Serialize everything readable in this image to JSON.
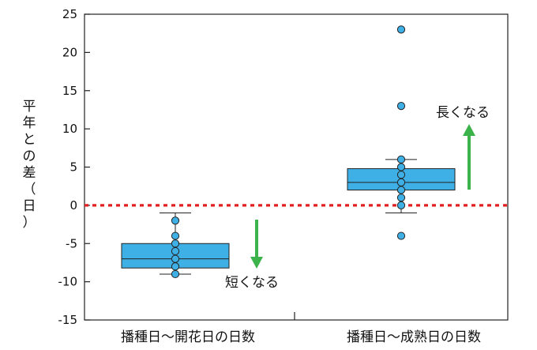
{
  "chart_data": {
    "type": "box",
    "ylabel": "平年との差（日）",
    "ylim": [
      -15,
      25
    ],
    "yticks": [
      25,
      20,
      15,
      10,
      5,
      0,
      -5,
      -10,
      -15
    ],
    "ytick_labels": [
      "25",
      "20",
      "15",
      "10",
      "5",
      "0",
      "-5",
      "-10",
      "-15"
    ],
    "grid": false,
    "reference_line": {
      "y": 0,
      "color": "#e02020",
      "style": "dotted"
    },
    "categories": [
      "播種日〜開花日の日数",
      "播種日〜成熟日の日数"
    ],
    "boxes": [
      {
        "category": "播種日〜開花日の日数",
        "whisker_low": -9,
        "q1": -8.2,
        "median": -7,
        "q3": -5,
        "whisker_high": -1,
        "points": [
          -2,
          -4,
          -5,
          -6,
          -7,
          -8,
          -9
        ]
      },
      {
        "category": "播種日〜成熟日の日数",
        "whisker_low": -1,
        "q1": 2,
        "median": 3,
        "q3": 4.8,
        "whisker_high": 6,
        "points": [
          23,
          13,
          6,
          5,
          4,
          3,
          2,
          1,
          0,
          -4
        ]
      }
    ],
    "box_color": "#3fb0e6",
    "arrow_color": "#3cb24a",
    "annotations": [
      {
        "text": "短くなる",
        "direction": "down"
      },
      {
        "text": "長くなる",
        "direction": "up"
      }
    ]
  }
}
